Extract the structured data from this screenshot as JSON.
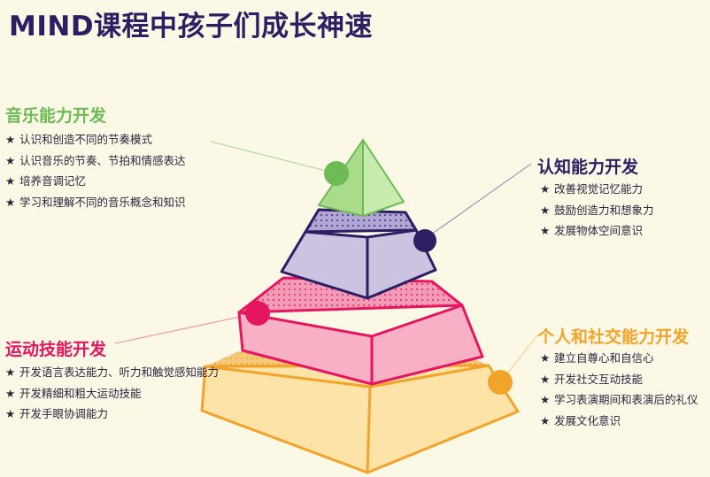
{
  "title": "MIND课程中孩子们成长神速",
  "colors": {
    "background": "#fcf8e6",
    "title": "#2d1e64",
    "music": "#6dbb54",
    "cognitive": "#2d1e64",
    "motor": "#e5165f",
    "social": "#f2a42a"
  },
  "bullet_icon": "star-icon",
  "bullet_char": "★",
  "music": {
    "heading": "音乐能力开发",
    "items": [
      "认识和创造不同的节奏模式",
      "认识音乐的节奏、节拍和情感表达",
      "培养音调记忆",
      "学习和理解不同的音乐概念和知识"
    ]
  },
  "cognitive": {
    "heading": "认知能力开发",
    "items": [
      "改善视觉记忆能力",
      "鼓励创造力和想象力",
      "发展物体空间意识"
    ]
  },
  "motor": {
    "heading": "运动技能开发",
    "items": [
      "开发语言表达能力、听力和触觉感知能力",
      "开发精细和粗大运动技能",
      "开发手眼协调能力"
    ]
  },
  "social": {
    "heading": "个人和社交能力开发",
    "items": [
      "建立自尊心和自信心",
      "开发社交互动技能",
      "学习表演期间和表演后的礼仪",
      "发展文化意识"
    ]
  }
}
